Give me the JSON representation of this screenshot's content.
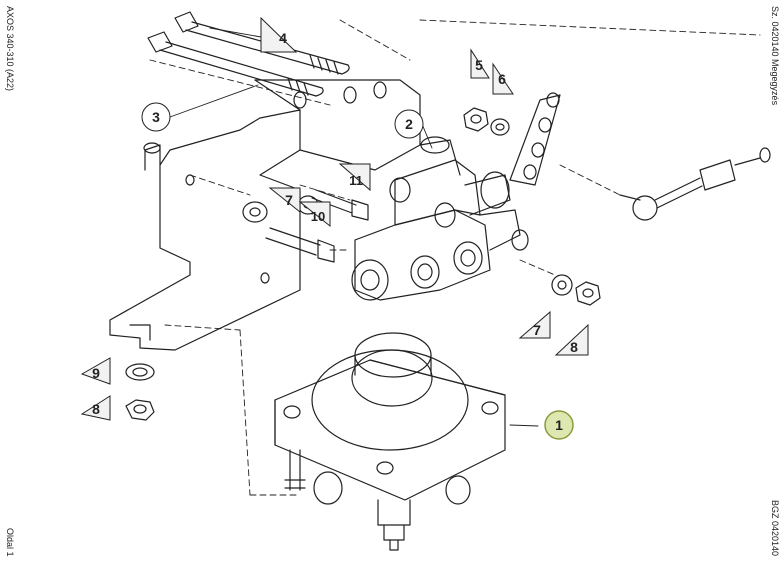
{
  "margin_text": {
    "left_top": "AXOS 340-310 (A22)",
    "left_bottom": "Oldal 1",
    "right_top": "Sz. 0420140  Megegyzés",
    "right_bottom": "BGZ 0420140"
  },
  "callouts": [
    {
      "id": "1",
      "shape": "circle",
      "highlighted": true
    },
    {
      "id": "2",
      "shape": "circle"
    },
    {
      "id": "3",
      "shape": "circle"
    },
    {
      "id": "4",
      "shape": "triangle"
    },
    {
      "id": "5",
      "shape": "triangle"
    },
    {
      "id": "6",
      "shape": "triangle"
    },
    {
      "id": "7",
      "shape": "triangle"
    },
    {
      "id": "10",
      "shape": "triangle"
    },
    {
      "id": "11",
      "shape": "triangle"
    },
    {
      "id": "7",
      "shape": "triangle"
    },
    {
      "id": "8",
      "shape": "triangle"
    },
    {
      "id": "9",
      "shape": "triangle"
    },
    {
      "id": "8",
      "shape": "triangle"
    }
  ],
  "colors": {
    "line": "#222222",
    "highlight_fill": "#dde8b0",
    "highlight_stroke": "#8a9a3a",
    "callout_fill": "#f2f2f2"
  }
}
